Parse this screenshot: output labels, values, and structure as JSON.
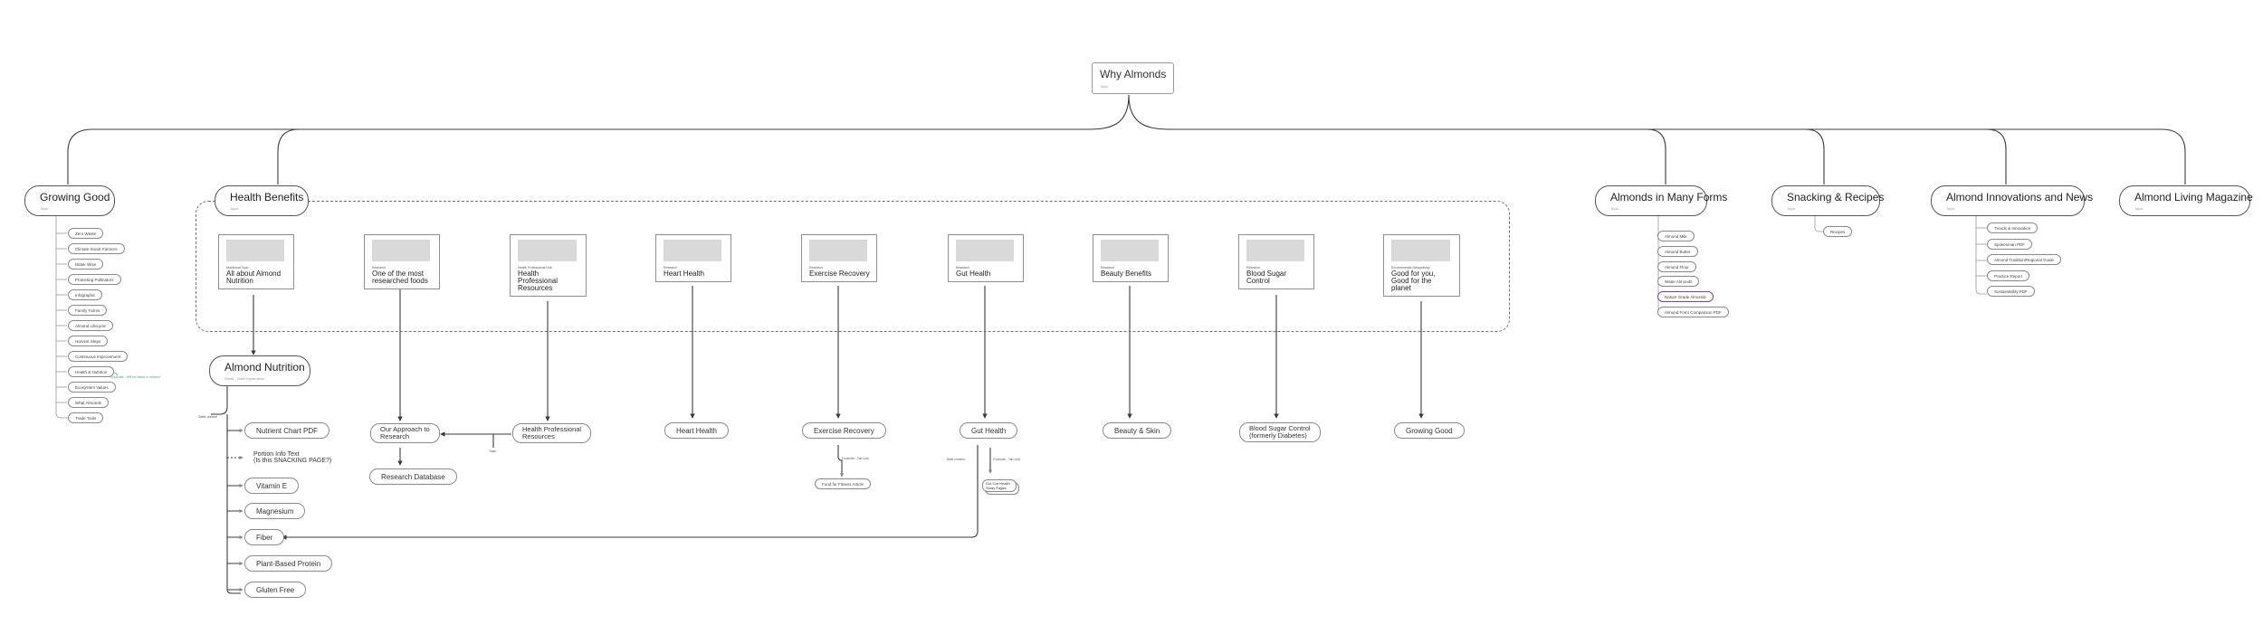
{
  "root": {
    "title": "Why Almonds",
    "sub": "Topic"
  },
  "sections": {
    "growing_good": {
      "title": "Growing Good",
      "sub": "Topic"
    },
    "health_benefits": {
      "title": "Health Benefits",
      "sub": "Topic"
    },
    "many_forms": {
      "title": "Almonds in Many Forms",
      "sub": "Topic"
    },
    "snacking": {
      "title": "Snacking & Recipes",
      "sub": "Topic"
    },
    "innovations": {
      "title": "Almond Innovations and News",
      "sub": "Topic"
    },
    "magazine": {
      "title": "Almond Living Magazine",
      "sub": "Topic"
    }
  },
  "growing_good_items": [
    "Zero Waste",
    "Climate Smart Farmers",
    "Water Wise",
    "Protecting Pollinators",
    "Infographic",
    "Family Farms",
    "Almond Lifecycle",
    "Harvest Steps",
    "Continuous Improvement",
    "Health & Nutrition",
    "Ecosystem Values",
    "What Almonds",
    "Trade Tools"
  ],
  "growing_good_note": "Duplicate - Will be linked to redirect",
  "many_forms_items": [
    "Almond Milk",
    "Almond Butter",
    "Almond Flour",
    "Water Almonds",
    "Nature Grade Almonds",
    "Almond Form Comparison PDF"
  ],
  "snacking_items": [
    "Recipes"
  ],
  "innovations_items": [
    "Trends & Innovation",
    "Spokesman PDF",
    "Almond Tradition/Regional Guide",
    "Practice Report",
    "Sustainability PDF"
  ],
  "cards": [
    {
      "kicker": "Nutritional Topic",
      "title": "All about Almond\nNutrition"
    },
    {
      "kicker": "Research",
      "title": "One of the most\nresearched foods"
    },
    {
      "kicker": "Health Professional Hub",
      "title": "Health\nProfessional\nResources"
    },
    {
      "kicker": "Research",
      "title": "Heart Health"
    },
    {
      "kicker": "Research",
      "title": "Exercise Recovery"
    },
    {
      "kicker": "Research",
      "title": "Gut Health"
    },
    {
      "kicker": "Research",
      "title": "Beauty Benefits"
    },
    {
      "kicker": "Research",
      "title": "Blood Sugar\nControl"
    },
    {
      "kicker": "Environmental Stewardship",
      "title": "Good for you,\nGood for the\nplanet"
    }
  ],
  "almond_nutrition": {
    "title": "Almond Nutrition",
    "sub": "Detail - Data Explanation"
  },
  "nutrition_items": [
    "Nutrient Chart PDF",
    "Vitamin E",
    "Magnesium",
    "Fiber",
    "Plant-Based Protein",
    "Gluten Free"
  ],
  "portion_text": "Portion Info Text\n(Is this SNACKING PAGE?)",
  "nutrition_note": "Static content",
  "bottom_nodes": {
    "approach": "Our Approach to\nResearch",
    "research_db": "Research Database",
    "hp_resources": "Health Professional\nResources",
    "heart": "Heart Health",
    "exercise": "Exercise Recovery",
    "gut": "Gut Health",
    "beauty": "Beauty & Skin",
    "blood_sugar": "Blood Sugar Control\n(formerly Diabetes)",
    "growing_good": "Growing Good"
  },
  "hp_note": "Topic",
  "exercise_note": "Footnote - Tab Link",
  "exercise_child": "Food for Fitness Article",
  "gut_note_left": "Staff content",
  "gut_note_right": "Footnote - Tab Link",
  "gut_child": "Gut Gut Health\nStudy Pages"
}
